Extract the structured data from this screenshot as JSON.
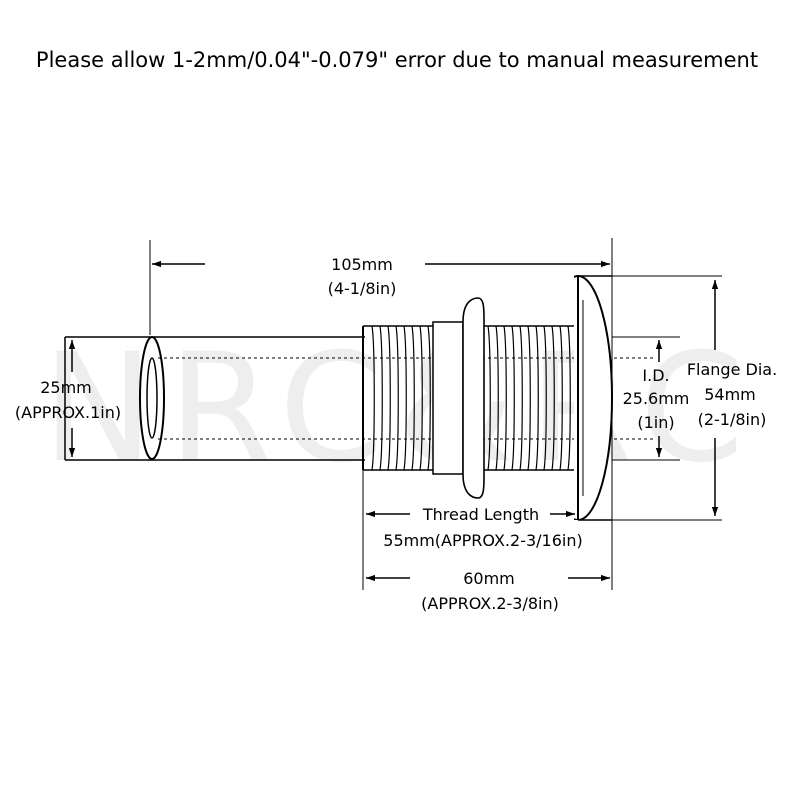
{
  "header": {
    "note": "Please allow 1-2mm/0.04\"-0.079\" error due to manual measurement"
  },
  "watermark": {
    "text": "NRC&RC"
  },
  "dimensions": {
    "overall_length": {
      "metric": "105mm",
      "imperial": "(4-1/8in)"
    },
    "pipe_od": {
      "metric": "25mm",
      "imperial": "(APPROX.1in)"
    },
    "inner_diameter": {
      "caption": "I.D.",
      "metric": "25.6mm",
      "imperial": "(1in)"
    },
    "flange_diameter": {
      "caption": "Flange Dia.",
      "metric": "54mm",
      "imperial": "(2-1/8in)"
    },
    "thread_length": {
      "caption": "Thread Length",
      "value": "55mm(APPROX.2-3/16in)"
    },
    "body_length": {
      "metric": "60mm",
      "imperial": "(APPROX.2-3/8in)"
    }
  },
  "colors": {
    "line": "#000000",
    "watermark": "#eeeeee"
  }
}
